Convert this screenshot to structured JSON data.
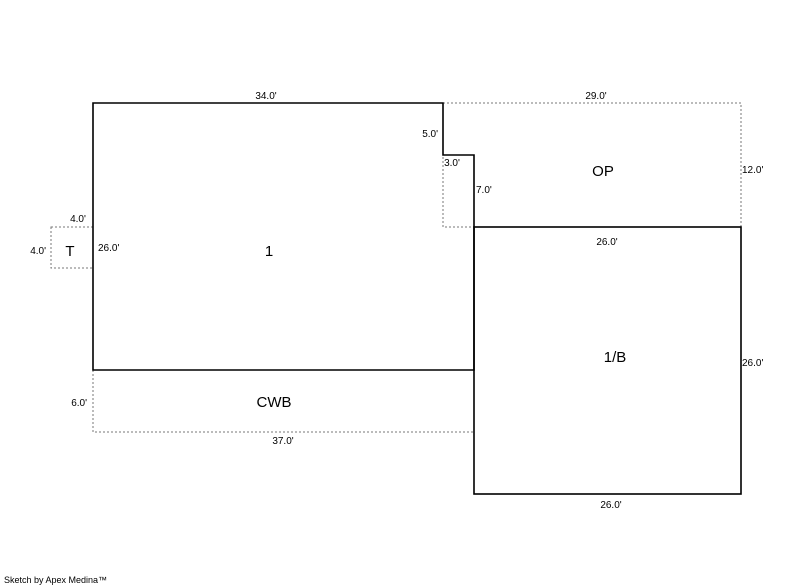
{
  "areas": {
    "main": {
      "label": "1",
      "dims": {
        "top": "34.0'",
        "left": "26.0'",
        "notch_drop": "5.0'",
        "notch_step": "3.0'",
        "notch_side": "7.0'"
      }
    },
    "op": {
      "label": "OP",
      "dims": {
        "top": "29.0'",
        "right": "12.0'"
      }
    },
    "t": {
      "label": "T",
      "dims": {
        "top": "4.0'",
        "left": "4.0'"
      }
    },
    "cwb": {
      "label": "CWB",
      "dims": {
        "left": "6.0'",
        "bottom": "37.0'"
      }
    },
    "basement": {
      "label": "1/B",
      "dims": {
        "top": "26.0'",
        "right": "26.0'",
        "bottom": "26.0'"
      }
    }
  },
  "footer": {
    "credit": "Sketch by Apex Medina™"
  }
}
